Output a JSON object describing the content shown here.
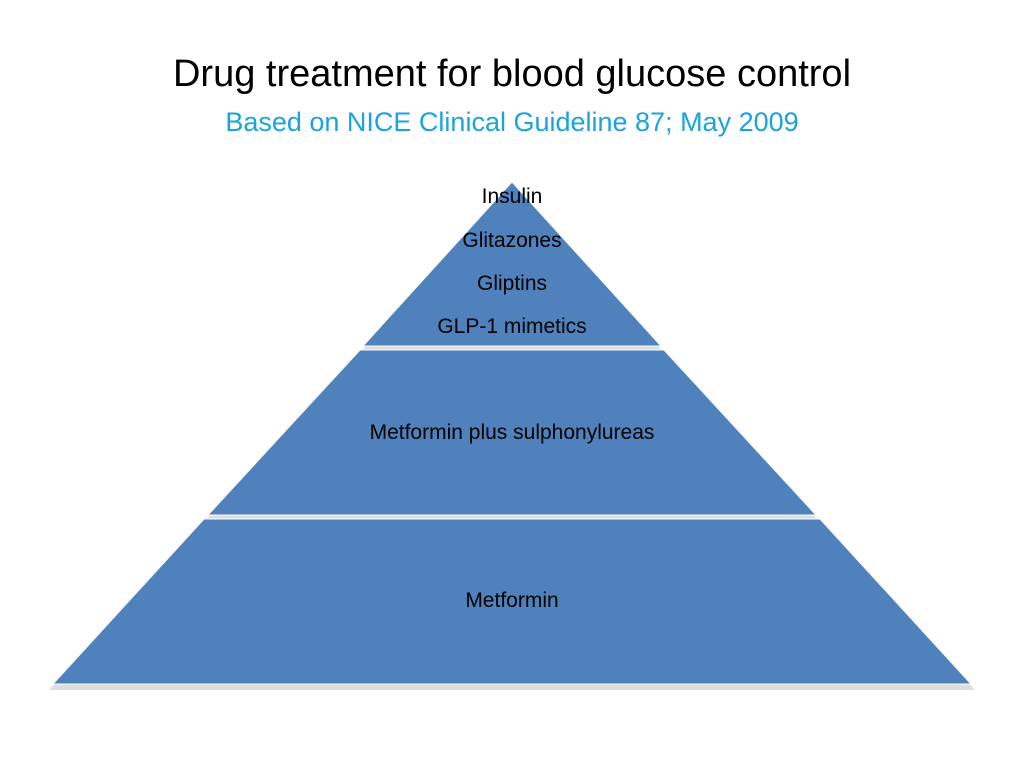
{
  "slide": {
    "title": "Drug treatment for blood glucose control",
    "subtitle": "Based on NICE Clinical Guideline 87; May 2009"
  },
  "colors": {
    "tier_fill": "#4f81bd",
    "subtitle": "#1aa3dd",
    "separator": "#ffffff",
    "shadow": "#c8c8c8"
  },
  "pyramid": {
    "top_items": [
      "Insulin",
      "Glitazones",
      "Gliptins",
      "GLP-1 mimetics"
    ],
    "middle_label": "Metformin plus sulphonylureas",
    "base_label": "Metformin"
  }
}
